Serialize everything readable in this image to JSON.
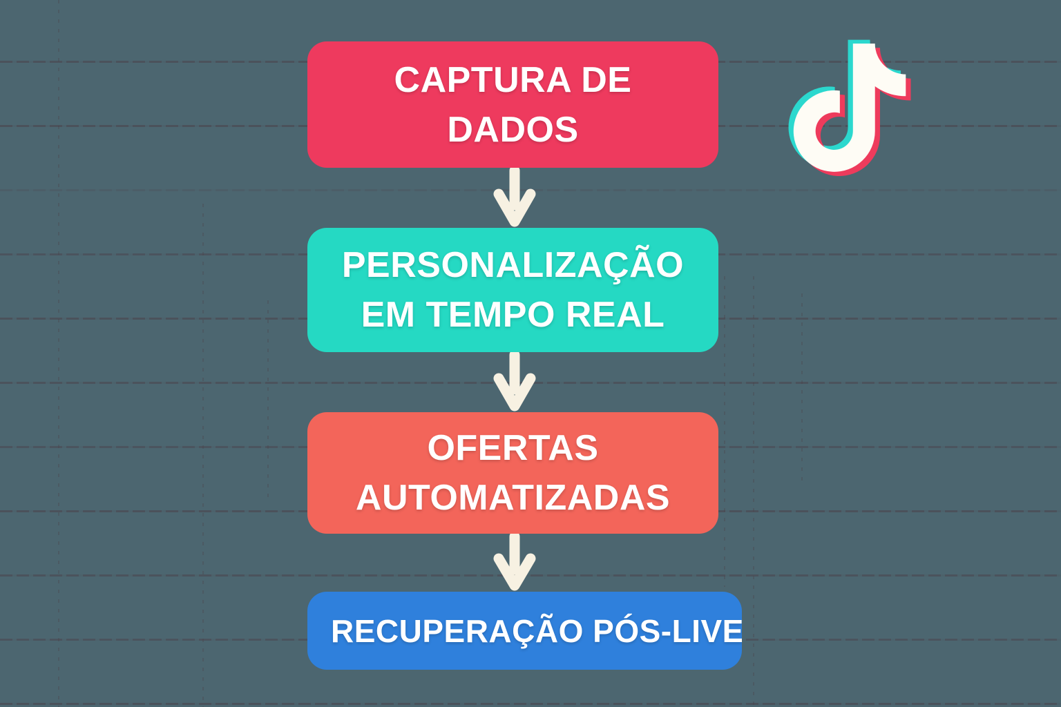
{
  "background": {
    "color": "#4C6670",
    "rule_color": "rgba(74,58,66,0.5)"
  },
  "flowchart": {
    "steps": [
      {
        "id": "captura-de-dados",
        "label": "CAPTURA DE\nDADOS",
        "color": "#EE3A5E"
      },
      {
        "id": "personalizacao-real",
        "label": "PERSONALIZAÇÃO\nEM TEMPO REAL",
        "color": "#25D9C3"
      },
      {
        "id": "ofertas-automatizadas",
        "label": "OFERTAS\nAUTOMATIZADAS",
        "color": "#F3655A"
      },
      {
        "id": "recuperacao-pos-live",
        "label": "RECUPERAÇÃO PÓS-LIVE",
        "color": "#2F80DC"
      }
    ],
    "arrow_color": "#F7F1E2"
  },
  "logo": {
    "icon": "tiktok-logo",
    "cyan": "#2BD8CE",
    "red": "#EE3B5C",
    "white": "#FEFCF5"
  }
}
